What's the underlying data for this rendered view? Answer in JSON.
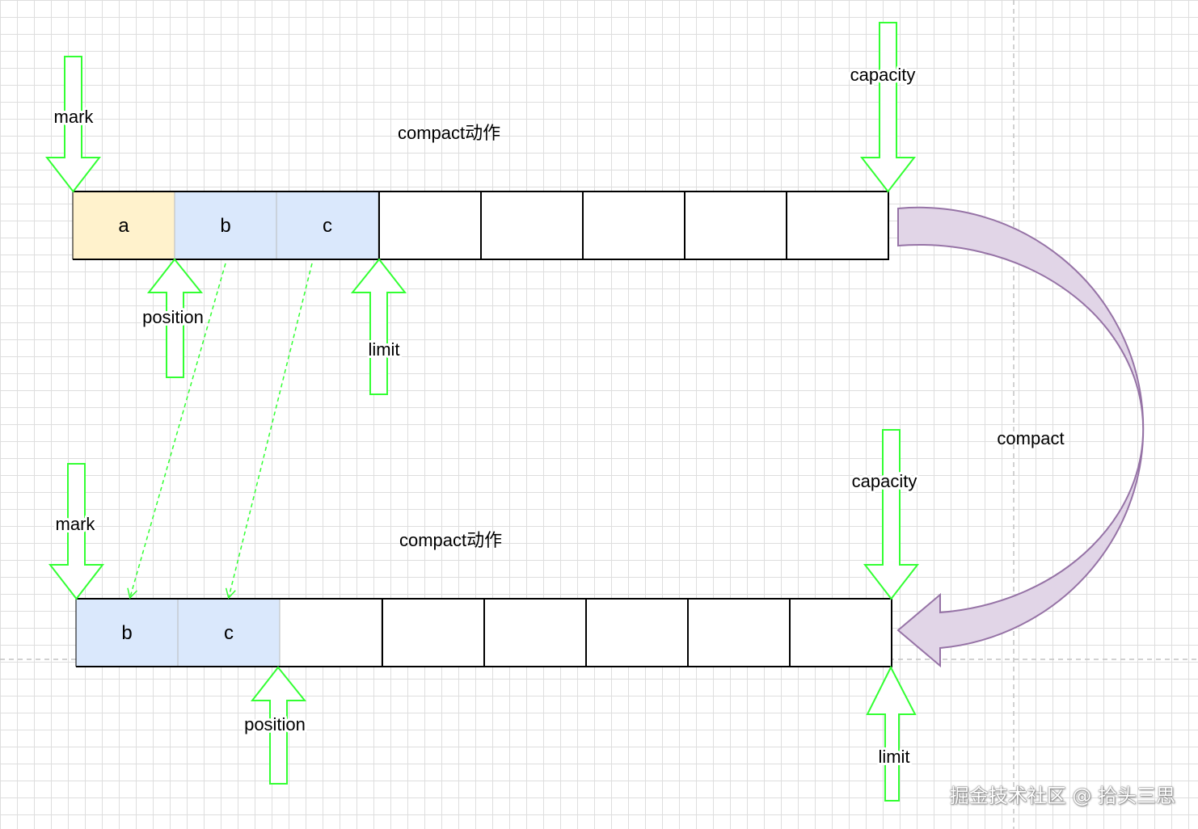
{
  "colors": {
    "pointer_arrow": "#33ff33",
    "cell_a_fill": "#fff2cc",
    "cell_bc_fill": "#dae8fc",
    "curved_arrow_fill": "#e1d5e7",
    "curved_arrow_stroke": "#9673a6"
  },
  "top": {
    "title": "compact动作",
    "cells": [
      "a",
      "b",
      "c",
      "",
      "",
      "",
      "",
      ""
    ],
    "mark_label": "mark",
    "capacity_label": "capacity",
    "position_label": "position",
    "limit_label": "limit"
  },
  "bottom": {
    "title": "compact动作",
    "cells": [
      "b",
      "c",
      "",
      "",
      "",
      "",
      "",
      ""
    ],
    "mark_label": "mark",
    "capacity_label": "capacity",
    "position_label": "position",
    "limit_label": "limit"
  },
  "compact_label": "compact",
  "watermark": "掘金技术社区 @ 拾头三思"
}
